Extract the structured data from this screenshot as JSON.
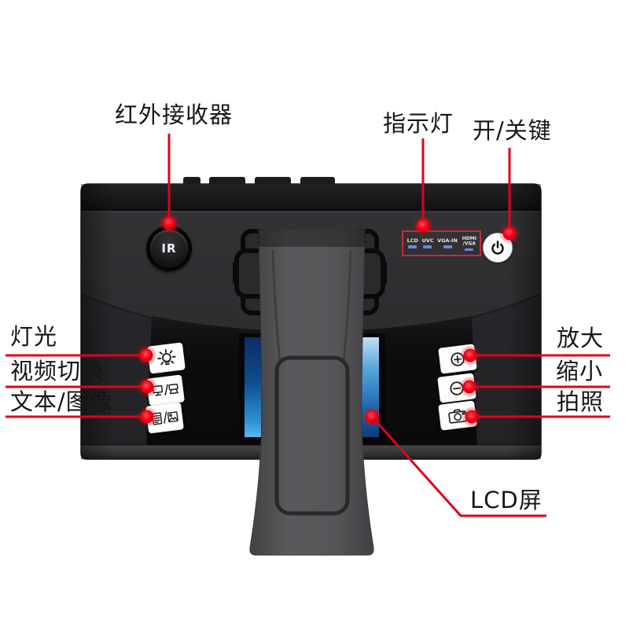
{
  "image_type": "product-annotation-diagram",
  "background_color": "#ffffff",
  "annotation_color": "#e2001c",
  "labels": {
    "ir_receiver": "红外接收器",
    "indicator_light": "指示灯",
    "power_key": "开/关键",
    "light": "灯光",
    "video_switch": "视频切换",
    "text_image": "文本/图像",
    "zoom_in": "放大",
    "zoom_out": "缩小",
    "photo": "拍照",
    "lcd_screen": "LCD屏"
  },
  "device": {
    "ir_button_label": "IR",
    "indicator_panel": {
      "border_color": "#c62b3c",
      "led_color": "#6b87e8",
      "items": [
        {
          "line1": "LCD"
        },
        {
          "line1": "UVC"
        },
        {
          "line1": "VGA-IN"
        },
        {
          "line1": "HDMI",
          "line2": "/VGA"
        }
      ]
    },
    "buttons_left": [
      {
        "name": "light",
        "icon": "light-bulb-icon"
      },
      {
        "name": "video-switch",
        "icon": "display-switch-icon"
      },
      {
        "name": "text-image",
        "icon": "document-image-icon"
      }
    ],
    "buttons_right": [
      {
        "name": "zoom-in",
        "icon": "plus-circle-icon"
      },
      {
        "name": "zoom-out",
        "icon": "minus-circle-icon"
      },
      {
        "name": "photo",
        "icon": "camera-icon"
      }
    ],
    "power_button_icon": "power-icon",
    "colors": {
      "body": "#2e2e31",
      "top_band": "#1a1a1c",
      "recessed_panel": "#0d0d0f",
      "stand": "#505054",
      "screen_blue": "#1d6bb0",
      "led_blue": "#6b87e8"
    }
  }
}
